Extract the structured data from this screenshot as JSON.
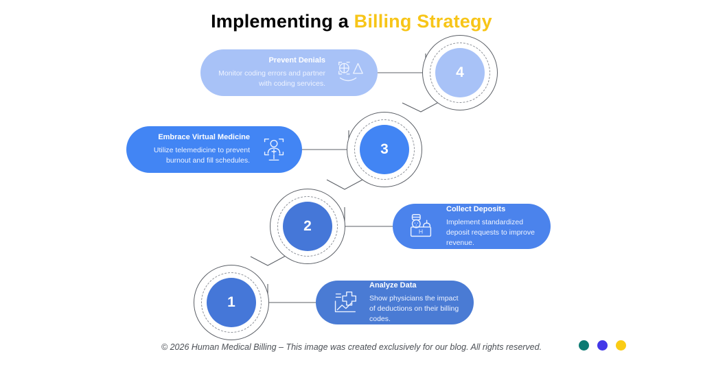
{
  "title": {
    "part_a": "Implementing a ",
    "part_b": "Billing Strategy"
  },
  "colors": {
    "title_blue": "#3a6fd8",
    "title_yellow": "#f7c518",
    "card_step1": "#4a7bd4",
    "card_step2": "#4b83ec",
    "card_step3": "#4285f4",
    "card_step4": "#a8c2f7",
    "connector": "#5b5f66",
    "dot_teal": "#0c7a72",
    "dot_violet": "#4338e8",
    "dot_yellow": "#facc15"
  },
  "steps": [
    {
      "number": "1",
      "title": "Analyze Data",
      "description": "Show physicians the impact of deductions on their billing codes.",
      "icon": "chart-medical-cross-icon",
      "color": "#4a7bd4"
    },
    {
      "number": "2",
      "title": "Collect Deposits",
      "description": "Implement standardized deposit requests to improve revenue.",
      "icon": "reception-desk-icon",
      "color": "#4b83ec"
    },
    {
      "number": "3",
      "title": "Embrace Virtual Medicine",
      "description": "Utilize telemedicine to prevent burnout and fill schedules.",
      "icon": "telemedicine-monitor-icon",
      "color": "#4285f4"
    },
    {
      "number": "4",
      "title": "Prevent Denials",
      "description": "Monitor coding errors and partner with coding services.",
      "icon": "geometric-shapes-icon",
      "color": "#a8c2f7"
    }
  ],
  "footer": {
    "text": "© 2026 Human Medical Billing – This image was created exclusively for our blog. All rights reserved."
  }
}
